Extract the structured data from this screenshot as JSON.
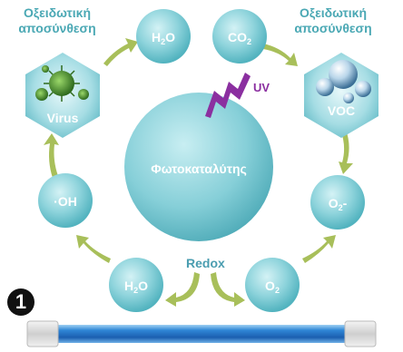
{
  "labels": {
    "oxidative_left": "Οξειδωτική\nαποσύνθεση",
    "oxidative_right": "Οξειδωτική\nαποσύνθεση",
    "center": "Φωτοκαταλύτης",
    "uv": "UV",
    "redox": "Redox",
    "virus": "Virus",
    "voc": "VOC",
    "step_number": "1"
  },
  "molecules": {
    "h2o_top": {
      "base": "H",
      "sub": "2",
      "tail": "O"
    },
    "co2_top": {
      "base": "CO",
      "sub": "2",
      "tail": ""
    },
    "oh": {
      "base": "·OH",
      "sub": "",
      "tail": ""
    },
    "o2_minus": {
      "base": "O",
      "sub": "2",
      "tail": "-"
    },
    "h2o_bottom": {
      "base": "H",
      "sub": "2",
      "tail": "O"
    },
    "o2_bottom": {
      "base": "O",
      "sub": "2",
      "tail": ""
    }
  },
  "colors": {
    "teal_label": "#4aa8b4",
    "circle_light": "#b9e7ec",
    "circle_dark": "#5fbcc7",
    "arrow_green": "#a8bf5a",
    "uv_purple": "#8b2fa0",
    "lamp_blue": "#2a76c8"
  }
}
